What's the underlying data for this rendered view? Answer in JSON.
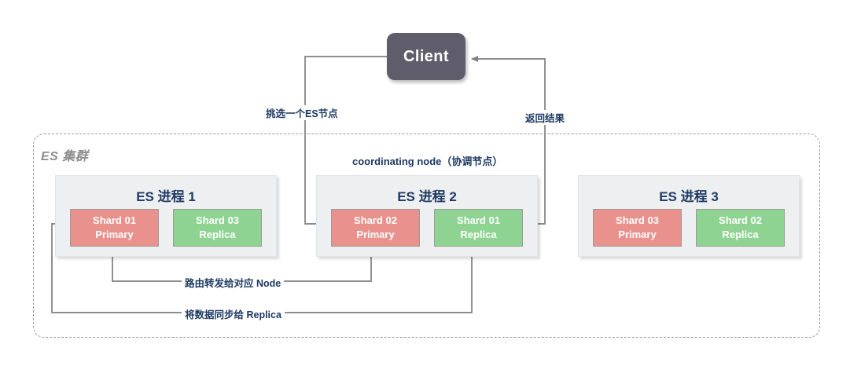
{
  "diagram": {
    "title_role": "elasticsearch-write-flow",
    "client": {
      "label": "Client"
    },
    "cluster": {
      "label": "ES 集群"
    },
    "coordinating_label": "coordinating node（协调节点）",
    "nodes": [
      {
        "title": "ES 进程 1",
        "shards": [
          {
            "name": "Shard 01",
            "role": "Primary",
            "kind": "primary"
          },
          {
            "name": "Shard 03",
            "role": "Replica",
            "kind": "replica"
          }
        ]
      },
      {
        "title": "ES 进程 2",
        "shards": [
          {
            "name": "Shard 02",
            "role": "Primary",
            "kind": "primary"
          },
          {
            "name": "Shard 01",
            "role": "Replica",
            "kind": "replica"
          }
        ]
      },
      {
        "title": "ES 进程 3",
        "shards": [
          {
            "name": "Shard 03",
            "role": "Primary",
            "kind": "primary"
          },
          {
            "name": "Shard 02",
            "role": "Replica",
            "kind": "replica"
          }
        ]
      }
    ],
    "edges": [
      {
        "id": "pick-node",
        "label": "挑选一个ES节点"
      },
      {
        "id": "return",
        "label": "返回结果"
      },
      {
        "id": "route",
        "label": "路由转发给对应 Node"
      },
      {
        "id": "replicate",
        "label": "将数据同步给 Replica"
      }
    ],
    "colors": {
      "client_bg": "#5f5d6b",
      "primary_shard": "#e9918c",
      "replica_shard": "#8ed391",
      "node_bg": "#eeeff1",
      "label_text": "#1f3a63",
      "cluster_text": "#8c8c8c",
      "connector": "#7f7f7f",
      "dashed_border": "#9a9a9a"
    }
  }
}
